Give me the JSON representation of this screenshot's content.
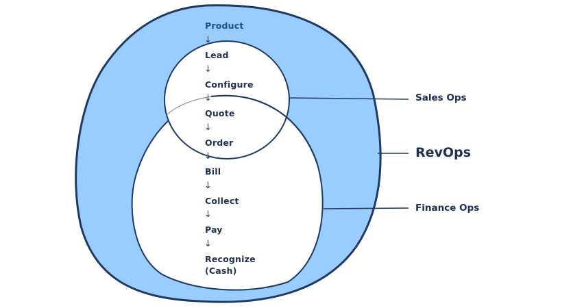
{
  "diagram": {
    "title": "RevOps overlapping regions",
    "colors": {
      "outer_fill": "#99ccff",
      "inner_fill": "#ffffff",
      "stroke": "#1e3a60",
      "text": "#1e2f4f",
      "first_step_text": "#1f4f8a"
    },
    "flow": {
      "steps": [
        "Product",
        "Lead",
        "Configure",
        "Quote",
        "Order",
        "Bill",
        "Collect",
        "Pay",
        "Recognize",
        "(Cash)"
      ],
      "arrow_glyph": "↓"
    },
    "callouts": {
      "sales_ops": "Sales Ops",
      "revops": "RevOps",
      "finance_ops": "Finance Ops"
    }
  }
}
